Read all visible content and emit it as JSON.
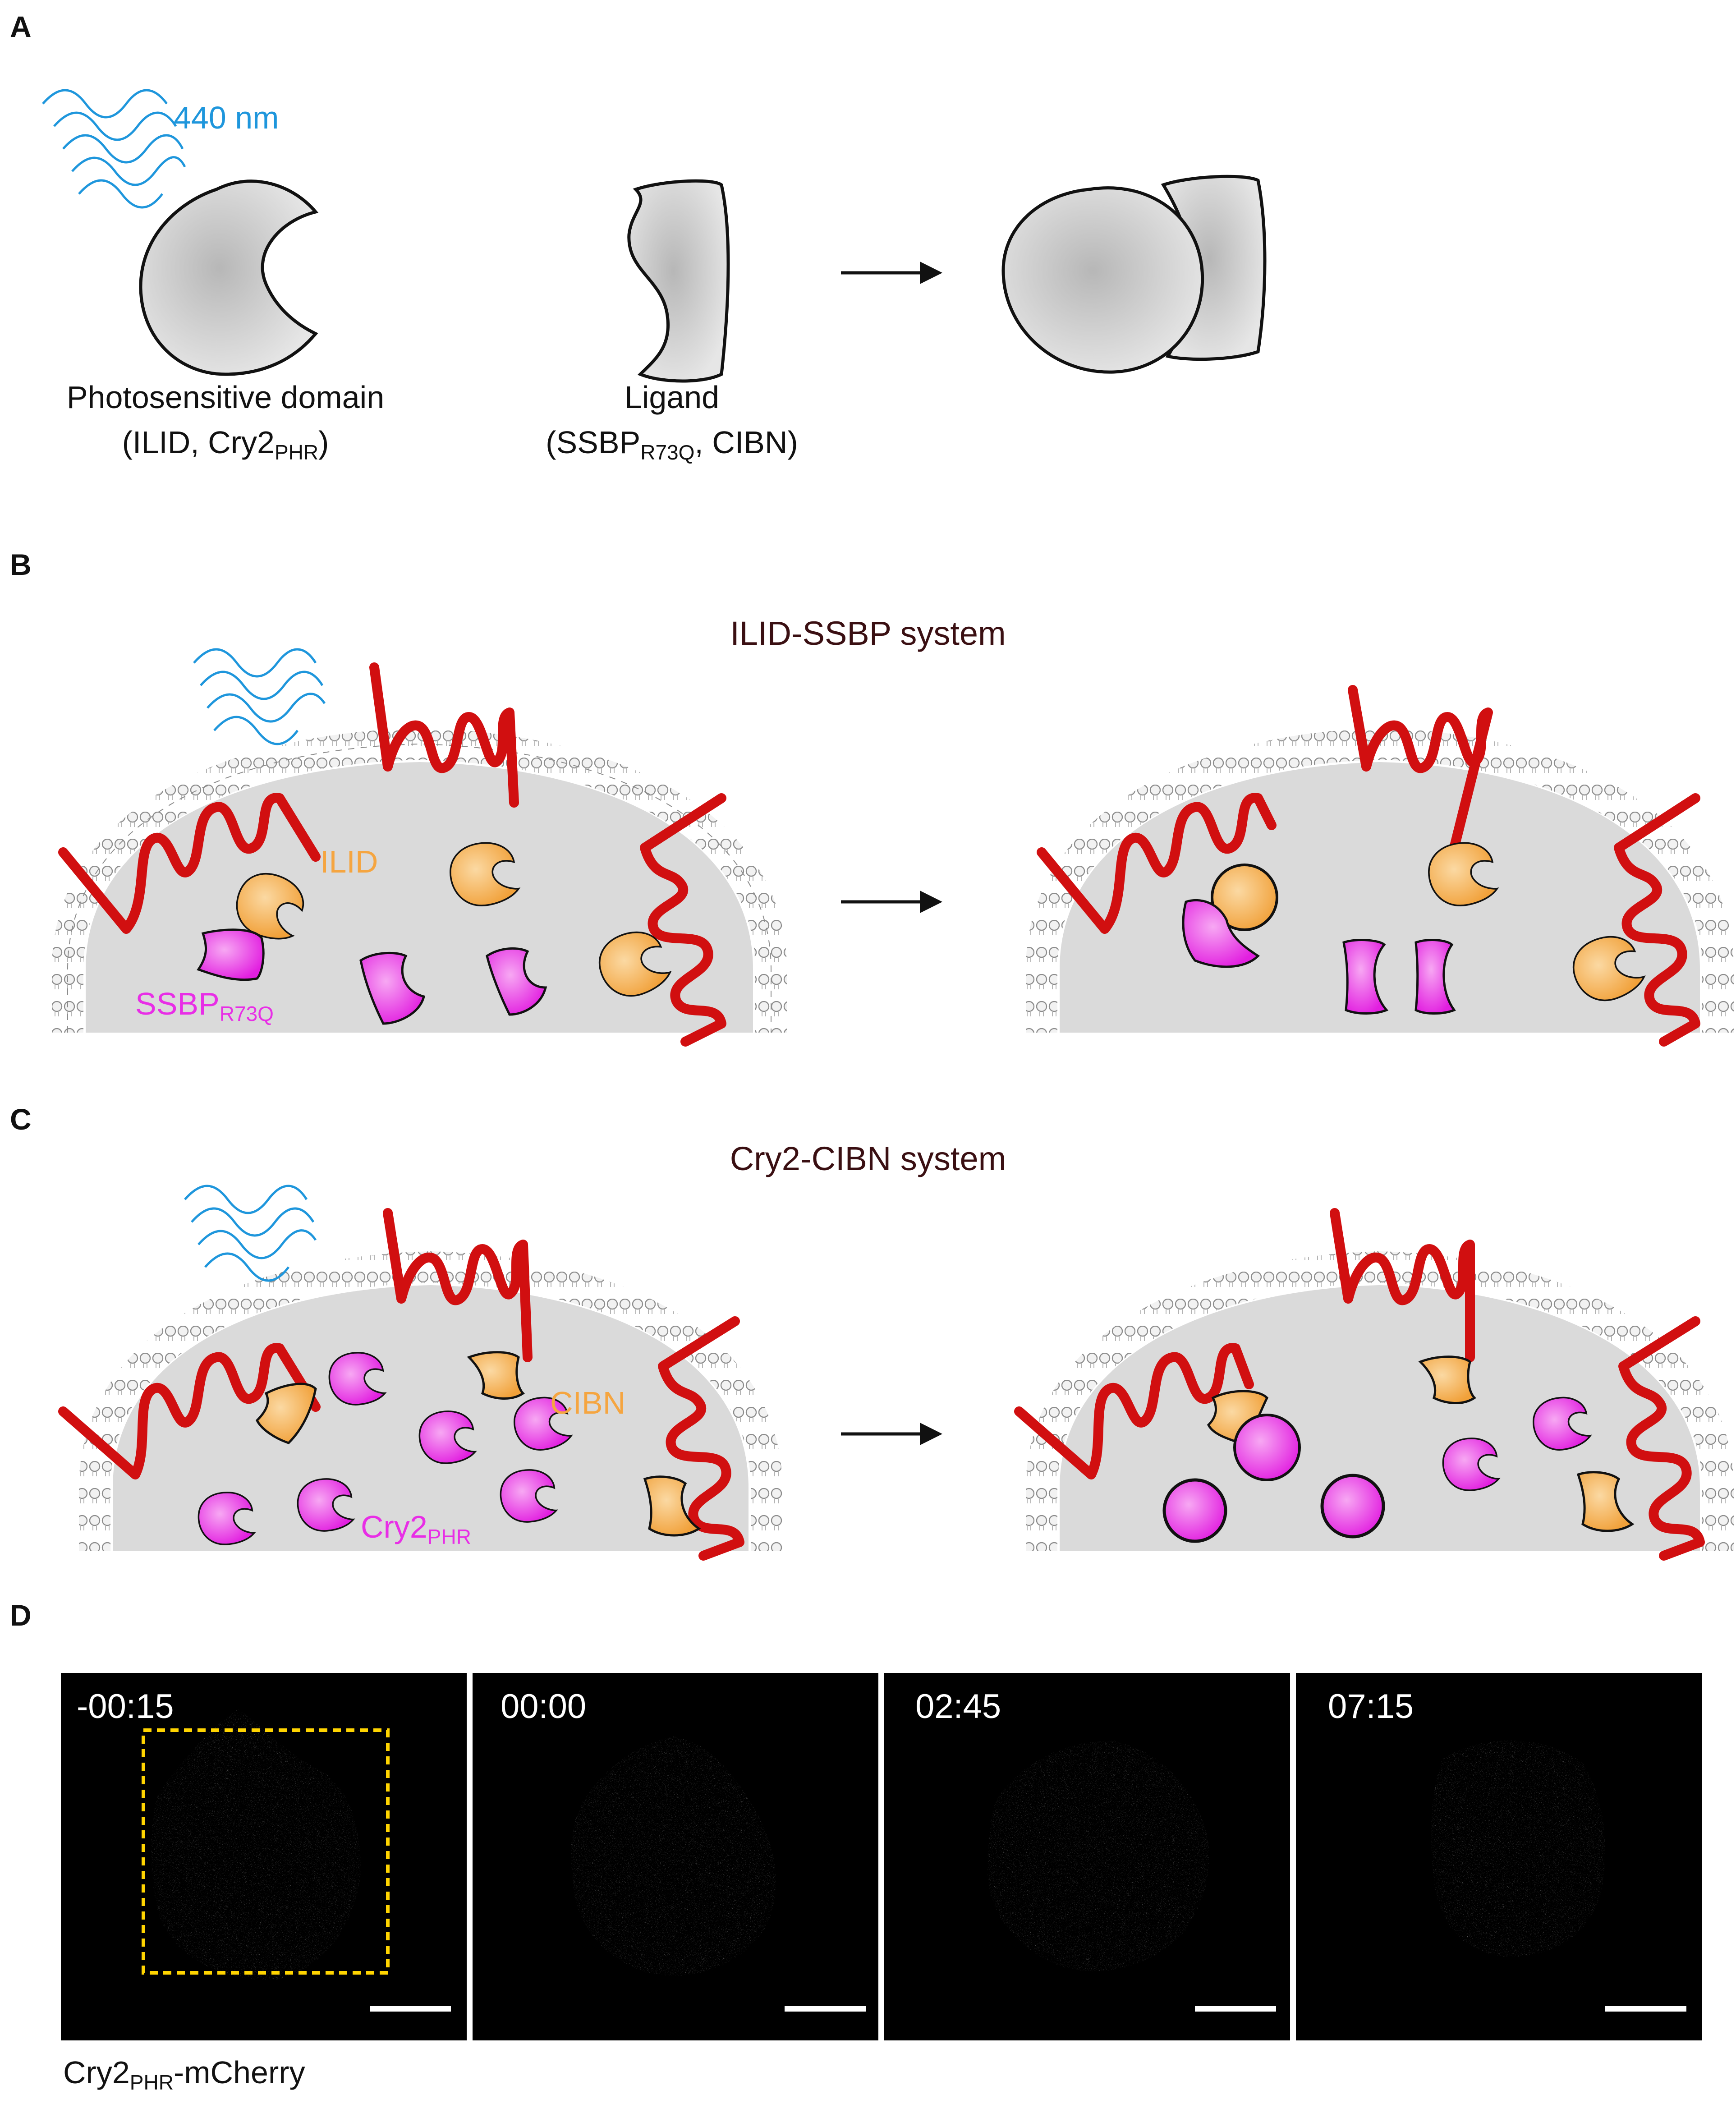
{
  "panels": {
    "a": {
      "letter": "A",
      "light_label": "440 nm",
      "photosensitive_label": "Photosensitive domain",
      "photosensitive_paren_open": "(ILID, Cry2",
      "photosensitive_paren_sub": "PHR",
      "photosensitive_paren_close": ")",
      "ligand_label": "Ligand",
      "ligand_paren_open": "(SSBP",
      "ligand_paren_sub": "R73Q",
      "ligand_paren_close": ", CIBN)"
    },
    "b": {
      "letter": "B",
      "title": "ILID-SSBP system",
      "ilid_label": "ILID",
      "ssbp_label": "SSBP",
      "ssbp_sub": "R73Q"
    },
    "c": {
      "letter": "C",
      "title": "Cry2-CIBN system",
      "cibn_label": "CIBN",
      "cry2_label": "Cry2",
      "cry2_sub": "PHR"
    },
    "d": {
      "letter": "D",
      "timestamps": [
        "-00:15",
        "00:00",
        "02:45",
        "07:15"
      ],
      "caption": "Cry2",
      "caption_sub": "PHR",
      "caption_suffix": "-mCherry"
    }
  },
  "colors": {
    "light": "#1e96dc",
    "membrane_protein": "#d10f10",
    "ilid_cibn": "#f5a540",
    "ssbp_cry2": "#e82ee6",
    "panel_b_c_title": "#3a0f12",
    "roi_box": "#ffd400",
    "generic_domain": "#bdbdbd"
  }
}
